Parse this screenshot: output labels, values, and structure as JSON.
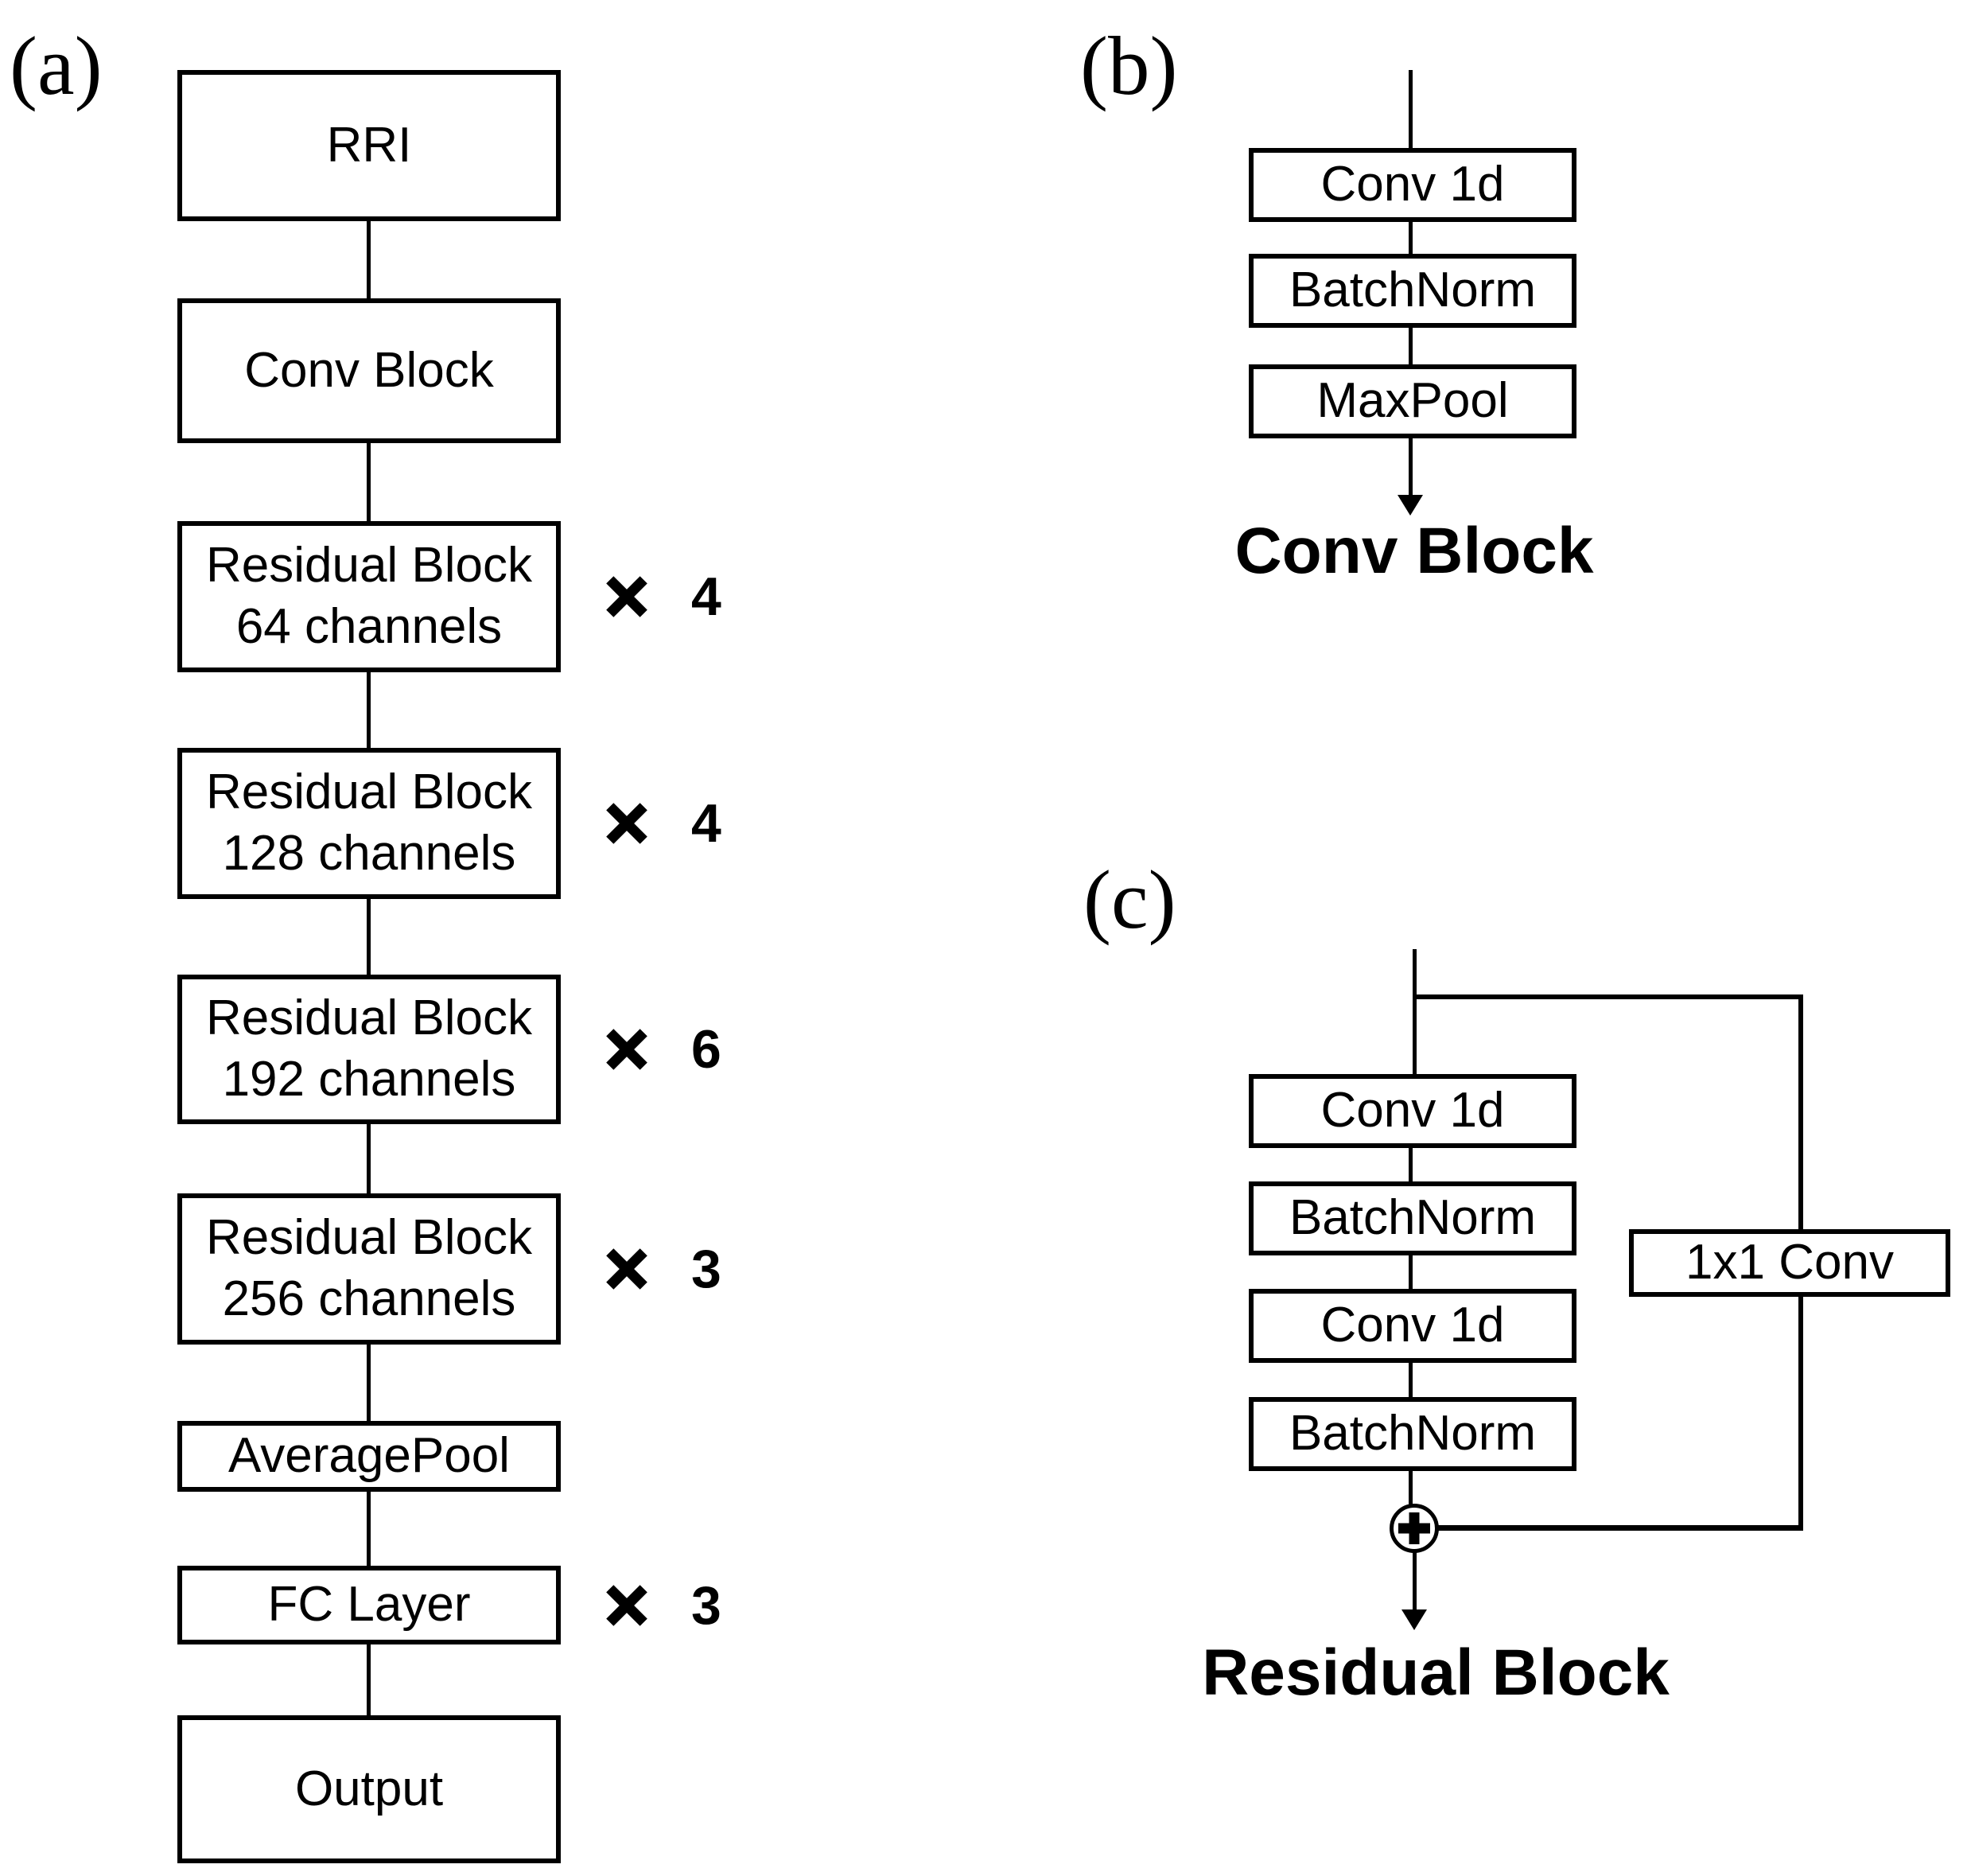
{
  "colors": {
    "ink": "#000000",
    "paper": "#ffffff"
  },
  "panel_a": {
    "label": "(a)",
    "boxes": [
      {
        "line1": "RRI"
      },
      {
        "line1": "Conv Block"
      },
      {
        "line1": "Residual Block",
        "line2": "64 channels",
        "multiplier": "4"
      },
      {
        "line1": "Residual Block",
        "line2": "128 channels",
        "multiplier": "4"
      },
      {
        "line1": "Residual Block",
        "line2": "192 channels",
        "multiplier": "6"
      },
      {
        "line1": "Residual Block",
        "line2": "256 channels",
        "multiplier": "3"
      },
      {
        "line1": "AveragePool"
      },
      {
        "line1": "FC Layer",
        "multiplier": "3"
      },
      {
        "line1": "Output"
      }
    ]
  },
  "panel_b": {
    "label": "(b)",
    "boxes": [
      {
        "label": "Conv 1d"
      },
      {
        "label": "BatchNorm"
      },
      {
        "label": "MaxPool"
      }
    ],
    "title": "Conv Block"
  },
  "panel_c": {
    "label": "(c)",
    "boxes": [
      {
        "label": "Conv 1d"
      },
      {
        "label": "BatchNorm"
      },
      {
        "label": "Conv 1d"
      },
      {
        "label": "BatchNorm"
      }
    ],
    "skip_box": "1x1 Conv",
    "title": "Residual Block"
  }
}
